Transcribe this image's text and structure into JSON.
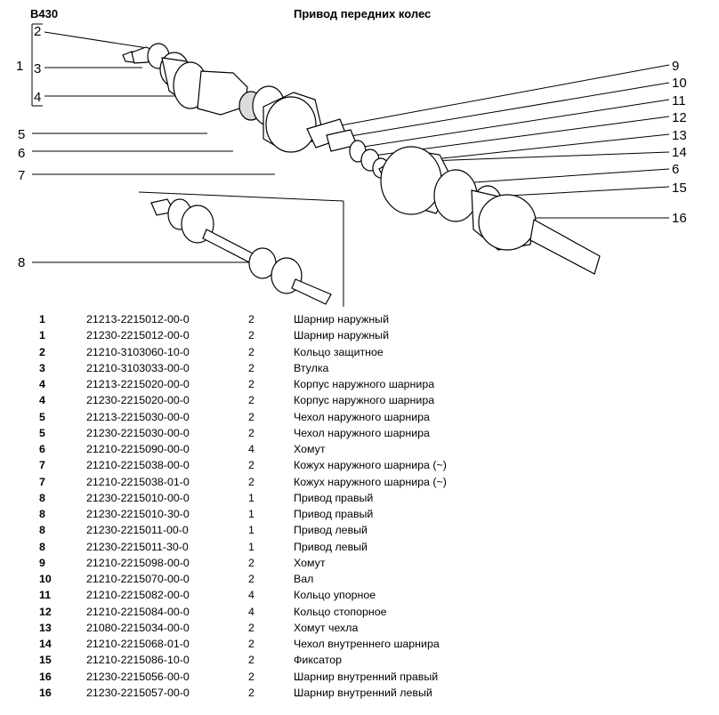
{
  "header": {
    "code": "B430",
    "title": "Привод передних колес"
  },
  "callouts": {
    "left": [
      "1",
      "2",
      "3",
      "4",
      "5",
      "6",
      "7",
      "8"
    ],
    "right": [
      "9",
      "10",
      "11",
      "12",
      "13",
      "14",
      "6",
      "15",
      "16"
    ]
  },
  "parts": [
    {
      "no": "1",
      "code": "21213-2215012-00-0",
      "qty": "2",
      "name": "Шарнир наружный"
    },
    {
      "no": "1",
      "code": "21230-2215012-00-0",
      "qty": "2",
      "name": "Шарнир наружный"
    },
    {
      "no": "2",
      "code": "21210-3103060-10-0",
      "qty": "2",
      "name": "Кольцо защитное"
    },
    {
      "no": "3",
      "code": "21210-3103033-00-0",
      "qty": "2",
      "name": "Втулка"
    },
    {
      "no": "4",
      "code": "21213-2215020-00-0",
      "qty": "2",
      "name": "Корпус наружного шарнира"
    },
    {
      "no": "4",
      "code": "21230-2215020-00-0",
      "qty": "2",
      "name": "Корпус наружного шарнира"
    },
    {
      "no": "5",
      "code": "21213-2215030-00-0",
      "qty": "2",
      "name": "Чехол наружного шарнира"
    },
    {
      "no": "5",
      "code": "21230-2215030-00-0",
      "qty": "2",
      "name": "Чехол наружного шарнира"
    },
    {
      "no": "6",
      "code": "21210-2215090-00-0",
      "qty": "4",
      "name": "Хомут"
    },
    {
      "no": "7",
      "code": "21210-2215038-00-0",
      "qty": "2",
      "name": "Кожух наружного шарнира (~)"
    },
    {
      "no": "7",
      "code": "21210-2215038-01-0",
      "qty": "2",
      "name": "Кожух наружного шарнира (~)"
    },
    {
      "no": "8",
      "code": "21230-2215010-00-0",
      "qty": "1",
      "name": "Привод  правый"
    },
    {
      "no": "8",
      "code": "21230-2215010-30-0",
      "qty": "1",
      "name": "Привод правый"
    },
    {
      "no": "8",
      "code": "21230-2215011-00-0",
      "qty": "1",
      "name": "Привод  левый"
    },
    {
      "no": "8",
      "code": "21230-2215011-30-0",
      "qty": "1",
      "name": "Привод левый"
    },
    {
      "no": "9",
      "code": "21210-2215098-00-0",
      "qty": "2",
      "name": "Хомут"
    },
    {
      "no": "10",
      "code": "21210-2215070-00-0",
      "qty": "2",
      "name": "Вал"
    },
    {
      "no": "11",
      "code": "21210-2215082-00-0",
      "qty": "4",
      "name": "Кольцо упорное"
    },
    {
      "no": "12",
      "code": "21210-2215084-00-0",
      "qty": "4",
      "name": "Кольцо стопорное"
    },
    {
      "no": "13",
      "code": "21080-2215034-00-0",
      "qty": "2",
      "name": "Хомут чехла"
    },
    {
      "no": "14",
      "code": "21210-2215068-01-0",
      "qty": "2",
      "name": "Чехол внутреннего шарнира"
    },
    {
      "no": "15",
      "code": "21210-2215086-10-0",
      "qty": "2",
      "name": "Фиксатор"
    },
    {
      "no": "16",
      "code": "21230-2215056-00-0",
      "qty": "2",
      "name": "Шарнир внутренний правый"
    },
    {
      "no": "16",
      "code": "21230-2215057-00-0",
      "qty": "2",
      "name": "Шарнир внутренний левый"
    }
  ]
}
